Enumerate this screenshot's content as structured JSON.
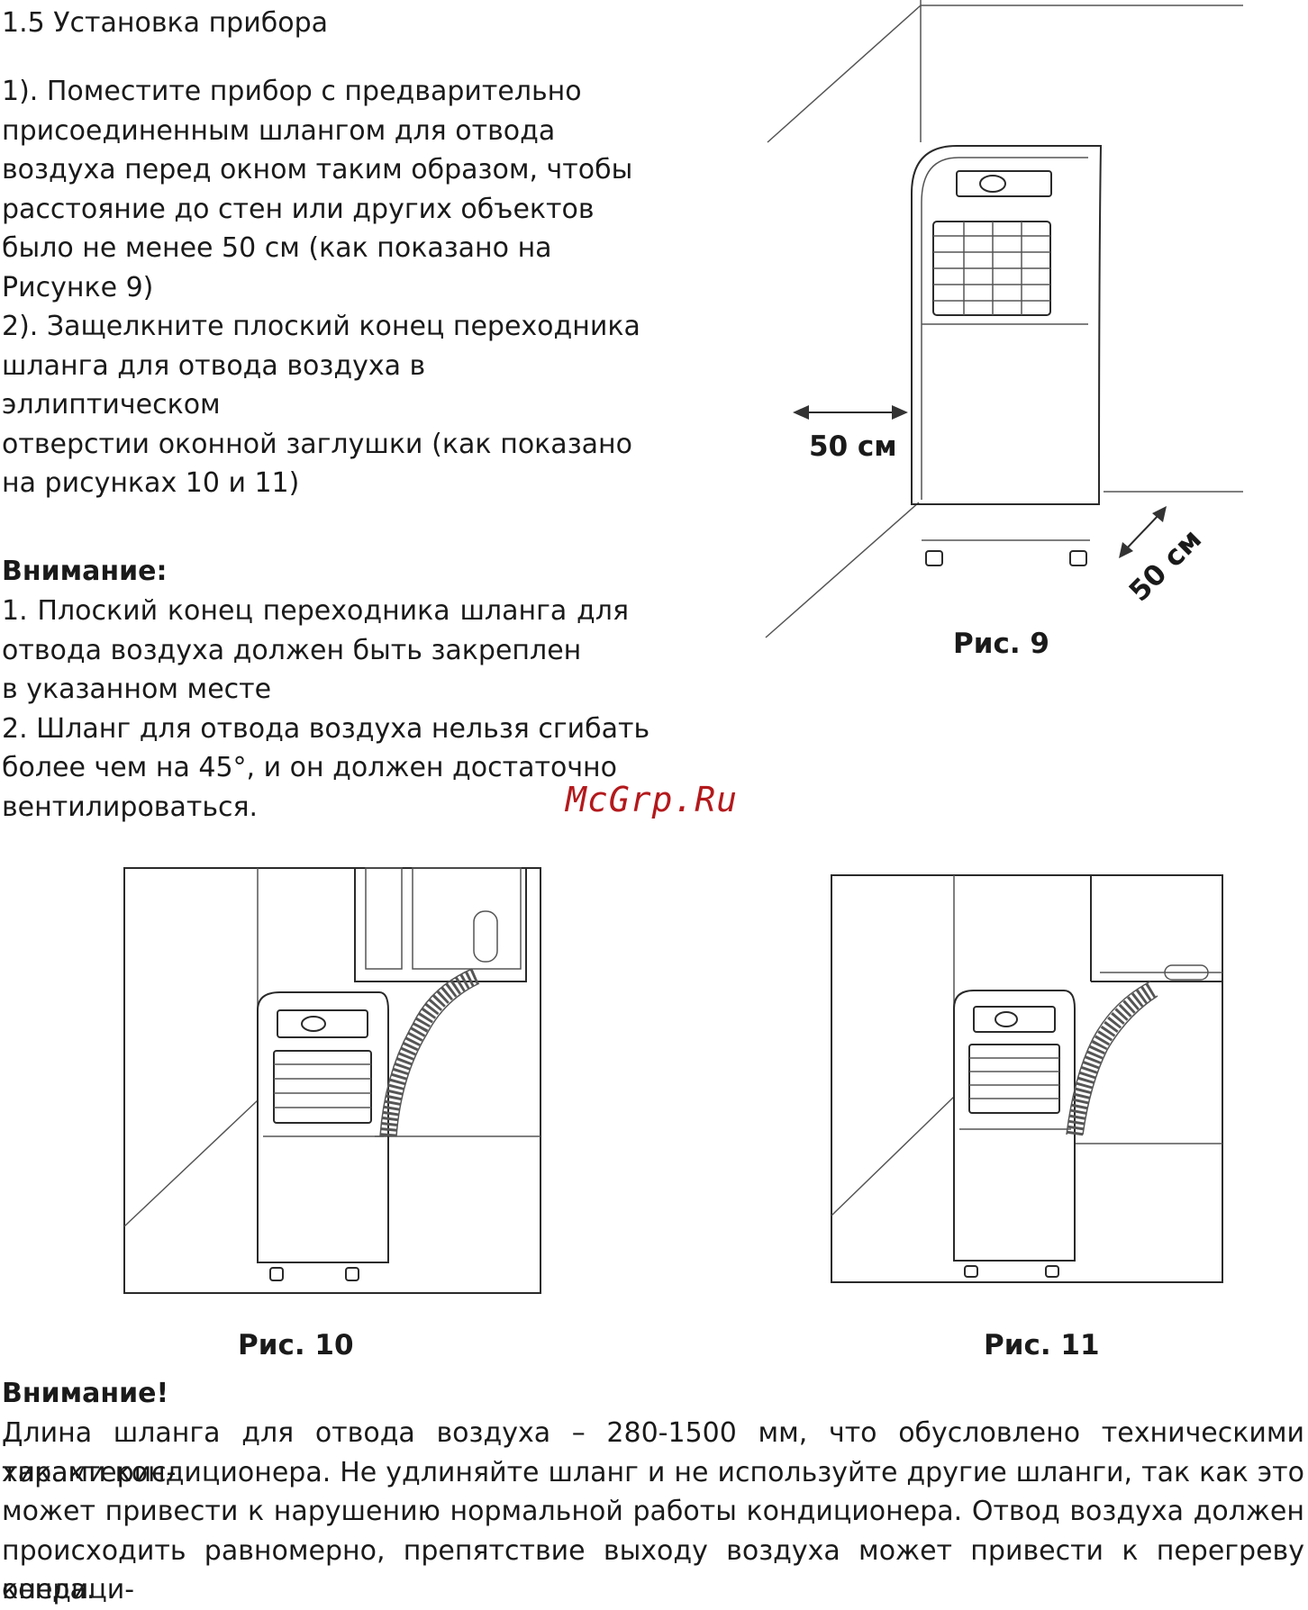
{
  "section": {
    "title": "1.5 Установка прибора",
    "steps": [
      [
        "1). Поместите прибор с предварительно",
        "присоединенным шлангом для отвода",
        "воздуха перед окном таким образом, чтобы",
        "расстояние до стен или других объектов",
        "было не менее 50 см (как показано на",
        "Рисунке 9)"
      ],
      [
        "2). Защелкните плоский конец переходника",
        "шланга для отвода воздуха в",
        "эллиптическом",
        "отверстии оконной заглушки (как показано",
        "на рисунках 10 и 11)"
      ]
    ]
  },
  "attention1": {
    "heading": "Внимание:",
    "lines": [
      "1. Плоский конец переходника шланга для",
      "отвода воздуха должен быть закреплен",
      "в указанном месте",
      "2. Шланг для отвода воздуха нельзя сгибать",
      "более чем на 45°, и он должен достаточно",
      "вентилироваться."
    ]
  },
  "figures": {
    "fig9": {
      "caption": "Рис. 9",
      "label_left": "50 см",
      "label_right": "50 см"
    },
    "fig10": {
      "caption": "Рис. 10"
    },
    "fig11": {
      "caption": "Рис. 11"
    }
  },
  "watermark": "McGrp.Ru",
  "attention2": {
    "heading": "Внимание!",
    "lines": [
      "Длина шланга для отвода воздуха – 280-1500 мм, что обусловлено техническими характерис-",
      "тиками кондиционера. Не удлиняйте шланг и не используйте другие шланги, так как это",
      "может привести к нарушению нормальной работы кондиционера. Отвод воздуха должен",
      "происходить равномерно, препятствие выходу воздуха может привести к перегреву кондици-",
      "онера."
    ]
  }
}
